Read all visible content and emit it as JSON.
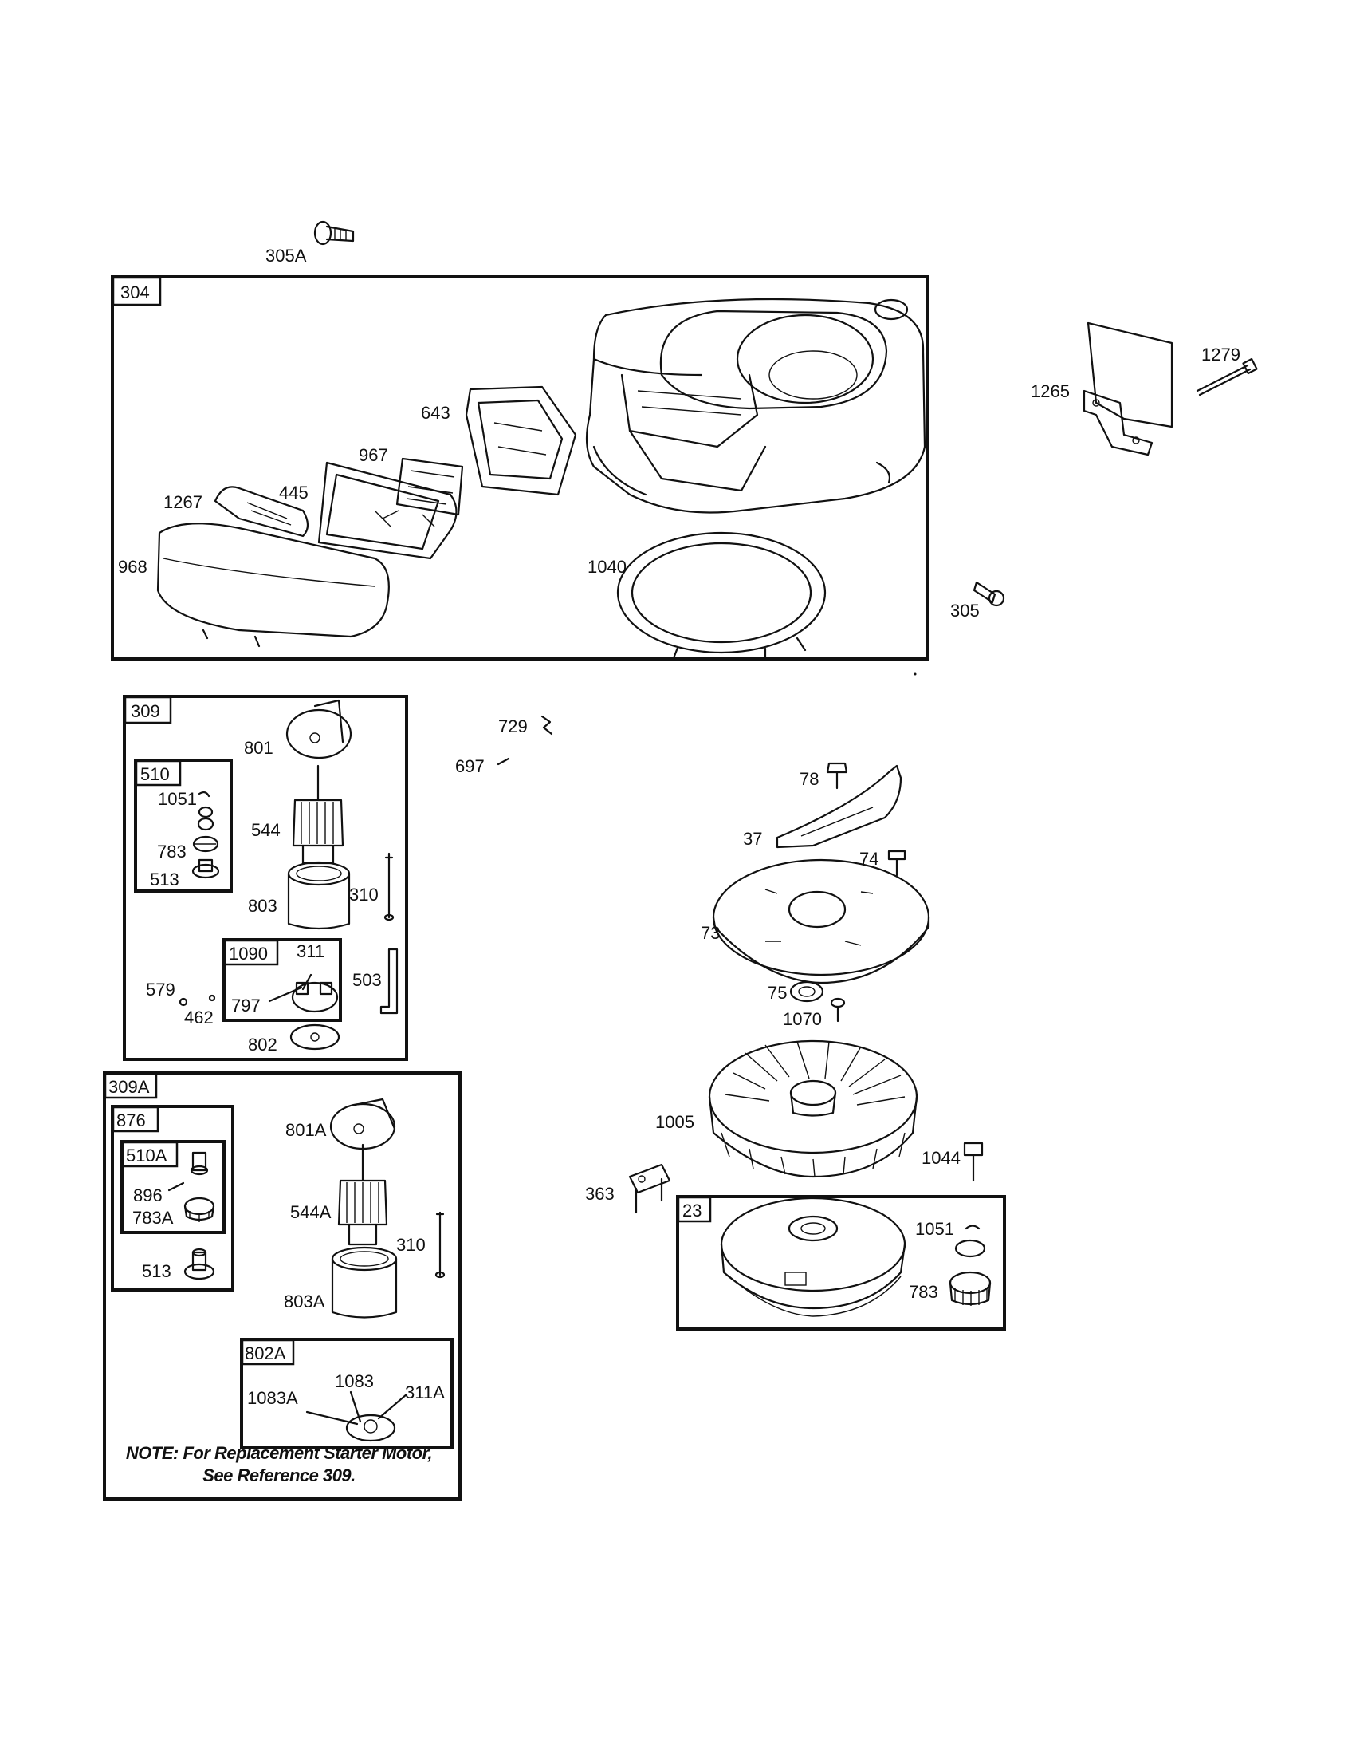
{
  "boxes": {
    "b304": "304",
    "b309": "309",
    "b510": "510",
    "b1090": "1090",
    "b309A": "309A",
    "b876": "876",
    "b510A": "510A",
    "b802A": "802A",
    "b23": "23"
  },
  "parts": {
    "p305A": "305A",
    "p643": "643",
    "p967": "967",
    "p445": "445",
    "p1267": "1267",
    "p968": "968",
    "p1040": "1040",
    "p1265": "1265",
    "p1279": "1279",
    "p305": "305",
    "p801": "801",
    "p1051a": "1051",
    "p544": "544",
    "p783a": "783",
    "p513a": "513",
    "p803": "803",
    "p310a": "310",
    "p311": "311",
    "p579": "579",
    "p797": "797",
    "p503": "503",
    "p462": "462",
    "p802": "802",
    "p729": "729",
    "p697": "697",
    "p78": "78",
    "p37": "37",
    "p74": "74",
    "p73": "73",
    "p75": "75",
    "p1070": "1070",
    "p1005": "1005",
    "p1044": "1044",
    "p363": "363",
    "p1051b": "1051",
    "p783b": "783",
    "p801A": "801A",
    "p896": "896",
    "p783A": "783A",
    "p544A": "544A",
    "p310b": "310",
    "p513b": "513",
    "p803A": "803A",
    "p1083": "1083",
    "p1083A": "1083A",
    "p311A": "311A"
  },
  "note": {
    "line1": "NOTE: For Replacement Starter Motor,",
    "line2": "See Reference 309."
  }
}
